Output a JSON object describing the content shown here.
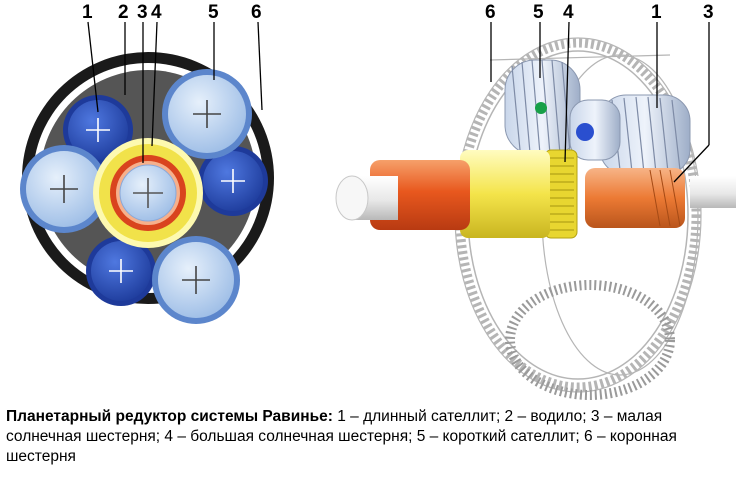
{
  "left_labels": [
    "1",
    "2",
    "3",
    "4",
    "5",
    "6"
  ],
  "right_labels": [
    "6",
    "5",
    "4",
    "1",
    "3"
  ],
  "caption": {
    "title": "Планетарный редуктор системы Равинье:",
    "text": " 1 – длинный сателлит; 2 – водило; 3 – малая солнечная шестерня; 4 – большая солнечная шестерня; 5 – короткий сателлит; 6 – коронная шестерня"
  },
  "colors": {
    "long_planet": "#2c4fb8",
    "short_planet": "#a9c6ea",
    "carrier": "#555555",
    "large_sun": "#f1e24a",
    "small_sun": "#d9441e",
    "input_shaft": "#f2f2f2",
    "hub": "#f07a2a"
  }
}
